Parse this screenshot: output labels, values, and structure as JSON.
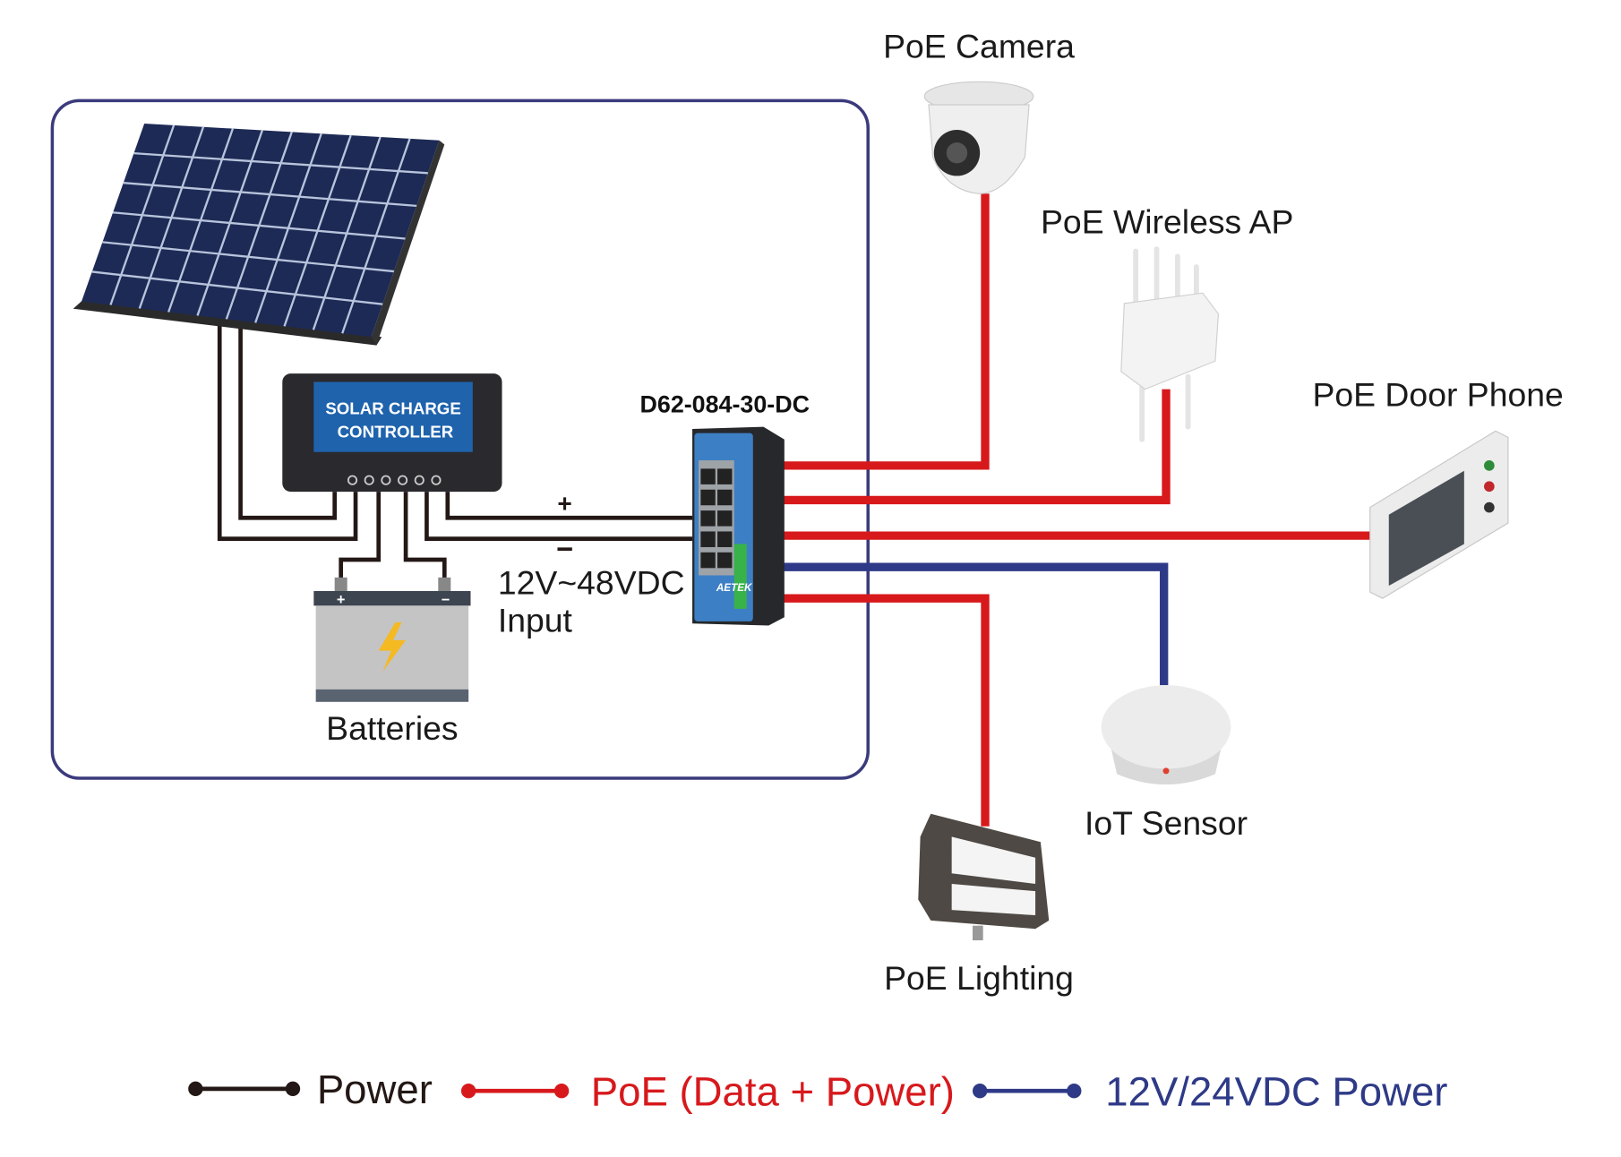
{
  "colors": {
    "power": "#231815",
    "poe": "#d7191c",
    "dc": "#2e3a87",
    "frame": "#3a3a7c"
  },
  "controller": {
    "line1": "SOLAR CHARGE",
    "line2": "CONTROLLER"
  },
  "switch": {
    "model": "D62-084-30-DC",
    "brand": "AETEK"
  },
  "input": {
    "plus": "+",
    "minus": "−",
    "voltage": "12V~48VDC",
    "label": "Input"
  },
  "batteries": {
    "label": "Batteries"
  },
  "devices": {
    "camera": "PoE Camera",
    "ap": "PoE Wireless AP",
    "door_phone": "PoE Door Phone",
    "iot": "IoT Sensor",
    "lighting": "PoE Lighting"
  },
  "legend": [
    {
      "label": "Power",
      "color": "#231815"
    },
    {
      "label": "PoE (Data + Power)",
      "color": "#d7191c"
    },
    {
      "label": "12V/24VDC Power",
      "color": "#2e3a87"
    }
  ]
}
